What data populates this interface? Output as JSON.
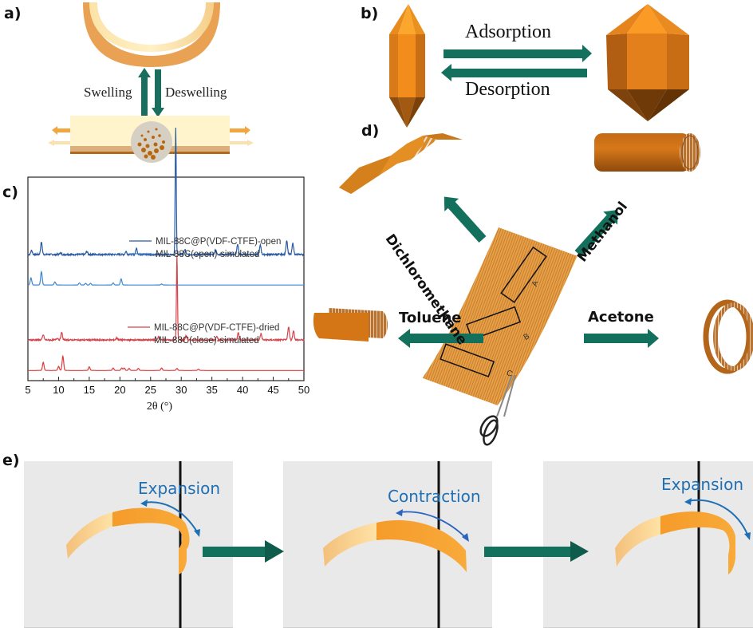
{
  "panels": {
    "a": {
      "label": "a)",
      "swelling": "Swelling",
      "deswelling": "Deswelling"
    },
    "b": {
      "label": "b)",
      "adsorption": "Adsorption",
      "desorption": "Desorption"
    },
    "c": {
      "label": "c)"
    },
    "d": {
      "label": "d)",
      "solvents": {
        "dichloromethane": "Dichloromethane",
        "methanol": "Methanol",
        "toluene": "Toluene",
        "acetone": "Acetone"
      },
      "strips": [
        "A",
        "B",
        "C"
      ]
    },
    "e": {
      "label": "e)",
      "states": [
        "Expansion",
        "Contraction",
        "Expansion"
      ]
    }
  },
  "colors": {
    "arrow_teal": "#1a6e5e",
    "orange": "#e08a1e",
    "open_exp": "#2a5aa0",
    "open_sim": "#3f86d0",
    "dried_exp": "#d9424a",
    "close_sim": "#dd3b3b",
    "text_blue": "#1f6fb5"
  },
  "chart_data": {
    "type": "line",
    "title": "",
    "xlabel": "2θ (°)",
    "ylabel": "",
    "xlim": [
      5,
      50
    ],
    "xticks": [
      "5",
      "10",
      "15",
      "20",
      "25",
      "30",
      "35",
      "40",
      "45",
      "50"
    ],
    "legend": [
      {
        "name": "MIL-88C@P(VDF-CTFE)-open",
        "color": "#2a5aa0"
      },
      {
        "name": "MIL-88C(open)-simulated",
        "color": "#3f86d0"
      },
      {
        "name": "MIL-88C@P(VDF-CTFE)-dried",
        "color": "#d9424a"
      },
      {
        "name": "MIL-88C(close)-simulated",
        "color": "#dd3b3b"
      }
    ],
    "series": [
      {
        "name": "MIL-88C@P(VDF-CTFE)-open",
        "offset": 0.62,
        "noise": 0.008,
        "peaks": [
          [
            5.6,
            0.02
          ],
          [
            7.2,
            0.06
          ],
          [
            10.3,
            0.008
          ],
          [
            14.6,
            0.015
          ],
          [
            21.0,
            0.015
          ],
          [
            22.7,
            0.03
          ],
          [
            29.1,
            0.62
          ],
          [
            30.6,
            0.025
          ],
          [
            35.6,
            0.025
          ],
          [
            39.2,
            0.05
          ],
          [
            42.9,
            0.045
          ],
          [
            47.2,
            0.07
          ],
          [
            48.2,
            0.055
          ]
        ]
      },
      {
        "name": "MIL-88C(open)-simulated",
        "offset": 0.47,
        "noise": 0,
        "peaks": [
          [
            5.5,
            0.035
          ],
          [
            7.2,
            0.065
          ],
          [
            9.4,
            0.015
          ],
          [
            13.4,
            0.01
          ],
          [
            14.4,
            0.008
          ],
          [
            15.2,
            0.008
          ],
          [
            18.9,
            0.01
          ],
          [
            20.2,
            0.03
          ],
          [
            26.8,
            0.005
          ]
        ]
      },
      {
        "name": "MIL-88C@P(VDF-CTFE)-dried",
        "offset": 0.2,
        "noise": 0.007,
        "peaks": [
          [
            7.5,
            0.025
          ],
          [
            9.8,
            0.01
          ],
          [
            10.5,
            0.035
          ],
          [
            19.5,
            0.01
          ],
          [
            26.3,
            0.015
          ],
          [
            29.3,
            0.42
          ],
          [
            30.8,
            0.02
          ],
          [
            35.8,
            0.02
          ],
          [
            39.3,
            0.035
          ],
          [
            43.0,
            0.03
          ],
          [
            47.5,
            0.065
          ],
          [
            48.3,
            0.045
          ]
        ]
      },
      {
        "name": "MIL-88C(close)-simulated",
        "offset": 0.05,
        "noise": 0,
        "peaks": [
          [
            7.5,
            0.04
          ],
          [
            10.0,
            0.02
          ],
          [
            10.7,
            0.07
          ],
          [
            15.0,
            0.018
          ],
          [
            18.9,
            0.012
          ],
          [
            20.3,
            0.012
          ],
          [
            20.7,
            0.012
          ],
          [
            21.5,
            0.01
          ],
          [
            23.0,
            0.01
          ],
          [
            26.8,
            0.012
          ],
          [
            29.3,
            0.01
          ],
          [
            32.8,
            0.006
          ]
        ]
      }
    ]
  }
}
